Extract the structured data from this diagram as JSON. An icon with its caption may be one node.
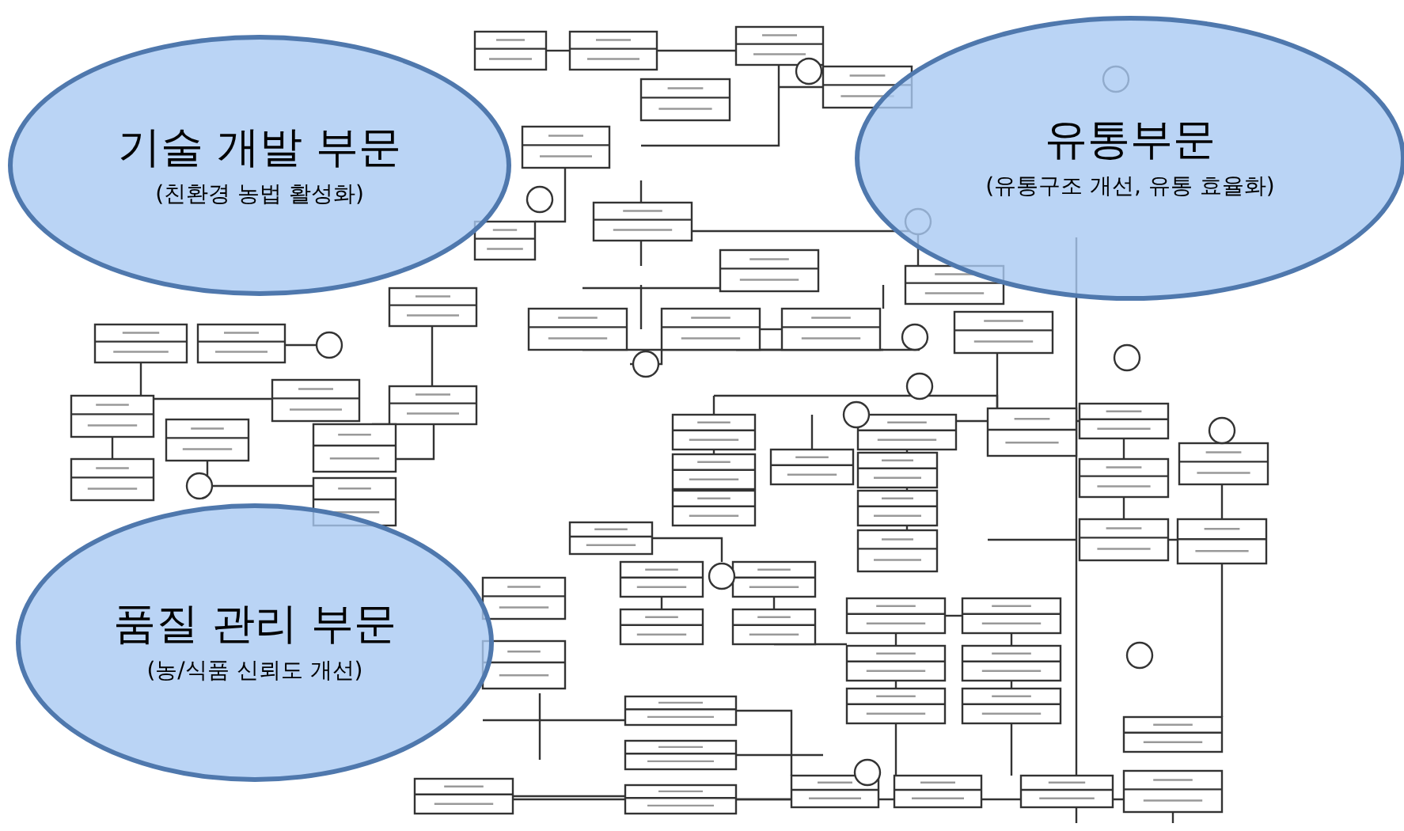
{
  "diagram": {
    "nodes": [
      {
        "text": [
          "기술 개발 부문",
          "(친환경 농법 활성화)"
        ]
      },
      {
        "text": [
          "유통부문",
          "(유통구조 개선, 유통 효율화)"
        ]
      },
      {
        "text": [
          "품질 관리 부문",
          "(농/식품 신뢰도 개선)"
        ]
      }
    ]
  }
}
